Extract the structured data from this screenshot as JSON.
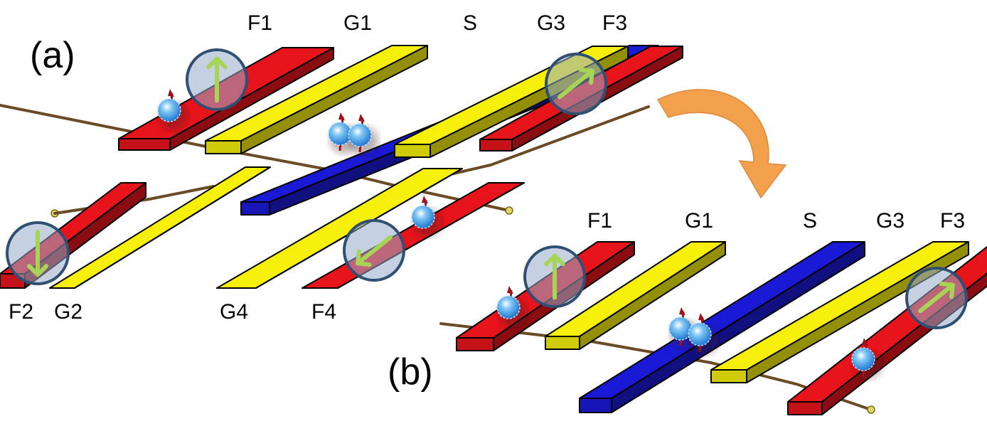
{
  "panel_a": {
    "label": "(a)",
    "top_labels": [
      "F1",
      "G1",
      "S",
      "G3",
      "F3"
    ],
    "bottom_labels": [
      "F2",
      "G2",
      "G4",
      "F4"
    ],
    "magnetizations": [
      {
        "electrode": "F1",
        "arrow": "up"
      },
      {
        "electrode": "F3",
        "arrow": "up-right"
      },
      {
        "electrode": "F2",
        "arrow": "down"
      },
      {
        "electrode": "F4",
        "arrow": "down-left"
      }
    ]
  },
  "panel_b": {
    "label": "(b)",
    "top_labels": [
      "F1",
      "G1",
      "S",
      "G3",
      "F3"
    ],
    "magnetizations": [
      {
        "electrode": "F1",
        "arrow": "up"
      },
      {
        "electrode": "F3",
        "arrow": "up-right"
      }
    ]
  },
  "colors": {
    "ferromagnet": "#e8141c",
    "gate": "#f5ef0a",
    "superconductor": "#1a1ad6",
    "nanowire": "#6b4a26",
    "transition_arrow": "#f3a04c",
    "magnet_arrow": "#a8d456",
    "spin_electron": "#3aa0ea"
  },
  "icons": {
    "transition": "curved-arrow-icon",
    "magnetization": "magnetization-arrow-icon",
    "electron": "spin-electron-icon"
  }
}
